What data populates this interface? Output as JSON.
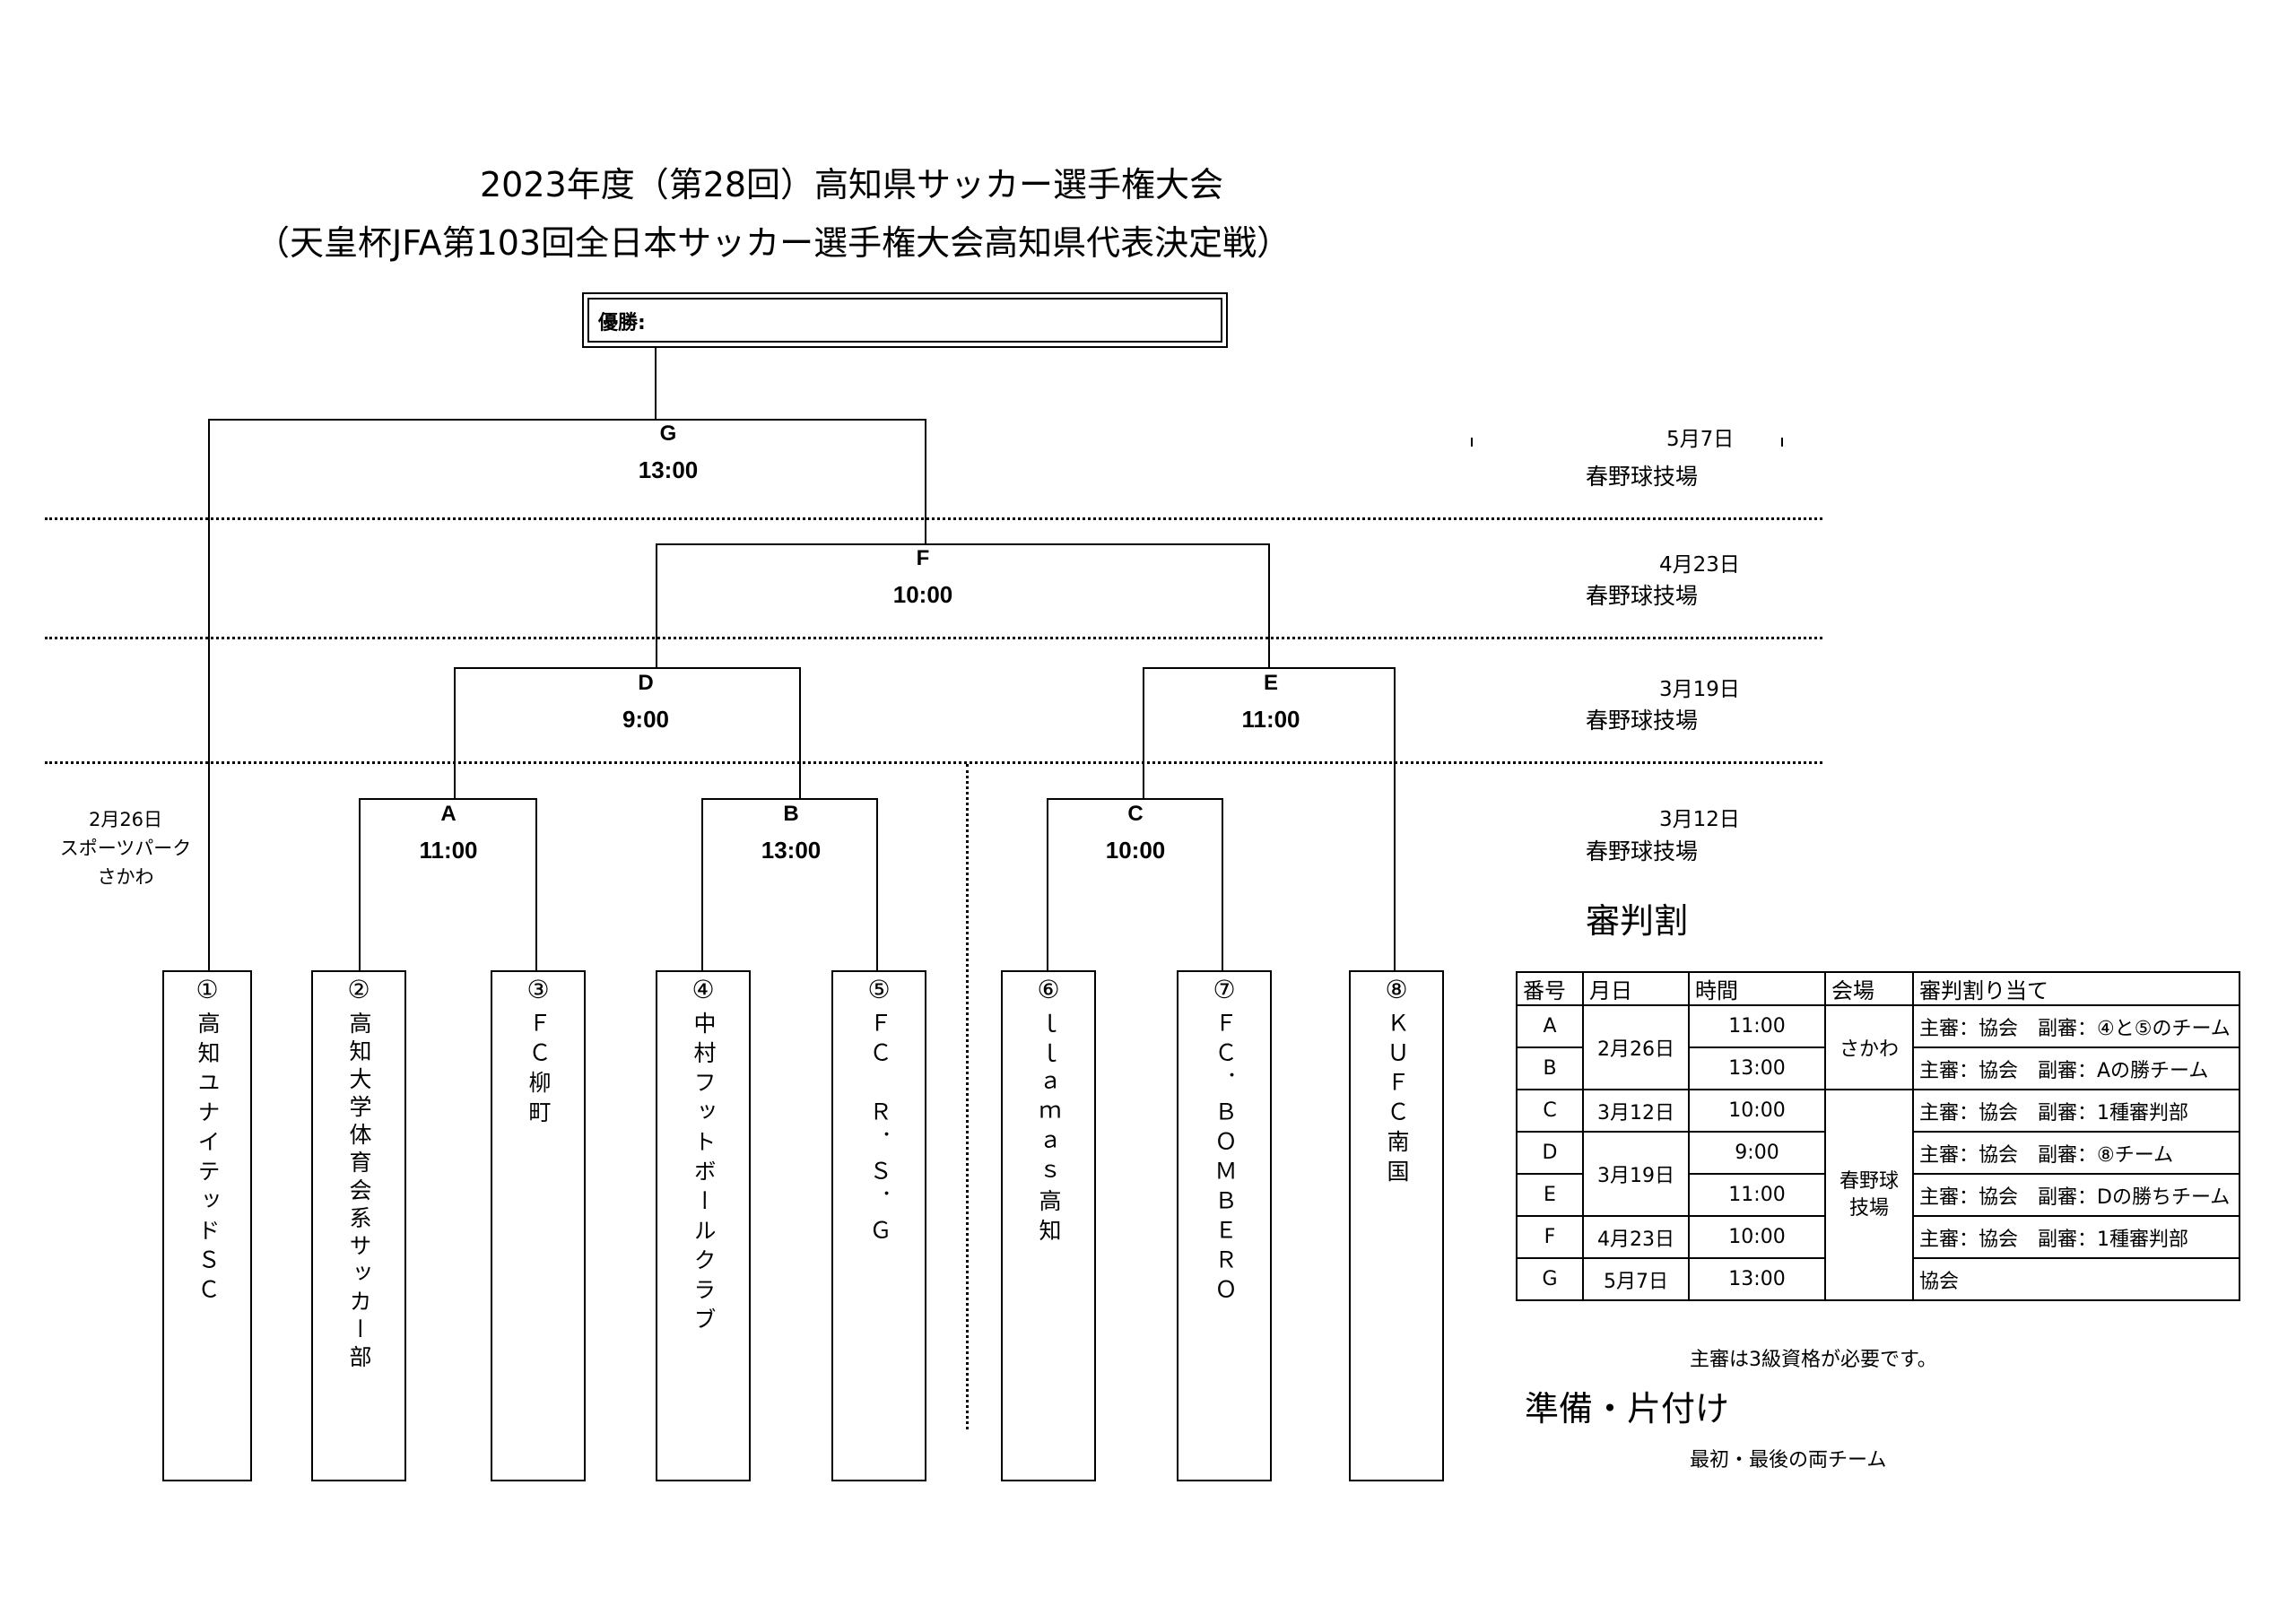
{
  "header": {
    "title_line1": "2023年度（第28回）高知県サッカー選手権大会",
    "title_line2": "（天皇杯JFA第103回全日本サッカー選手権大会高知県代表決定戦）",
    "winner_label": "優勝:"
  },
  "matches": {
    "G": {
      "letter": "G",
      "time": "13:00"
    },
    "F": {
      "letter": "F",
      "time": "10:00"
    },
    "D": {
      "letter": "D",
      "time": "9:00"
    },
    "E": {
      "letter": "E",
      "time": "11:00"
    },
    "A": {
      "letter": "A",
      "time": "11:00"
    },
    "B": {
      "letter": "B",
      "time": "13:00"
    },
    "C": {
      "letter": "C",
      "time": "10:00"
    }
  },
  "rounds": [
    {
      "date": "5月7日",
      "venue": "春野球技場"
    },
    {
      "date": "4月23日",
      "venue": "春野球技場"
    },
    {
      "date": "3月19日",
      "venue": "春野球技場"
    },
    {
      "date": "3月12日",
      "venue": "春野球技場"
    }
  ],
  "first_round": {
    "date": "2月26日",
    "venue_line1": "スポーツパーク",
    "venue_line2": "さかわ"
  },
  "teams": [
    {
      "num": "①",
      "name": "高知ユナイテッドＳＣ"
    },
    {
      "num": "②",
      "name": "高知大学体育会系サッカー部"
    },
    {
      "num": "③",
      "name": "ＦＣ柳町"
    },
    {
      "num": "④",
      "name": "中村フットボールクラブ"
    },
    {
      "num": "⑤",
      "name": "ＦＣ　Ｒ．Ｓ．Ｇ"
    },
    {
      "num": "⑥",
      "name": "ｌｌａｍａｓ高知"
    },
    {
      "num": "⑦",
      "name": "ＦＣ．ＢＯＭＢＥＲＯ"
    },
    {
      "num": "⑧",
      "name": "ＫＵＦＣ南国"
    }
  ],
  "referee": {
    "heading": "審判割",
    "headers": [
      "番号",
      "月日",
      "時間",
      "会場",
      "審判割り当て"
    ],
    "rows": [
      {
        "no": "A",
        "date": "2月26日",
        "time": "11:00",
        "venue": "さかわ",
        "assign": "主審：協会　副審：④と⑤のチーム"
      },
      {
        "no": "B",
        "date": "",
        "time": "13:00",
        "venue": "",
        "assign": "主審：協会　副審：Aの勝チーム"
      },
      {
        "no": "C",
        "date": "3月12日",
        "time": "10:00",
        "venue": "春野球技場",
        "assign": "主審：協会　副審：1種審判部"
      },
      {
        "no": "D",
        "date": "3月19日",
        "time": "9:00",
        "venue": "",
        "assign": "主審：協会　副審：⑧チーム"
      },
      {
        "no": "E",
        "date": "",
        "time": "11:00",
        "venue": "",
        "assign": "主審：協会　副審：Dの勝ちチーム"
      },
      {
        "no": "F",
        "date": "4月23日",
        "time": "10:00",
        "venue": "",
        "assign": "主審：協会　副審：1種審判部"
      },
      {
        "no": "G",
        "date": "5月7日",
        "time": "13:00",
        "venue": "",
        "assign": "協会"
      }
    ],
    "note": "主審は3級資格が必要です。"
  },
  "prep": {
    "heading": "準備・片付け",
    "text": "最初・最後の両チーム"
  }
}
